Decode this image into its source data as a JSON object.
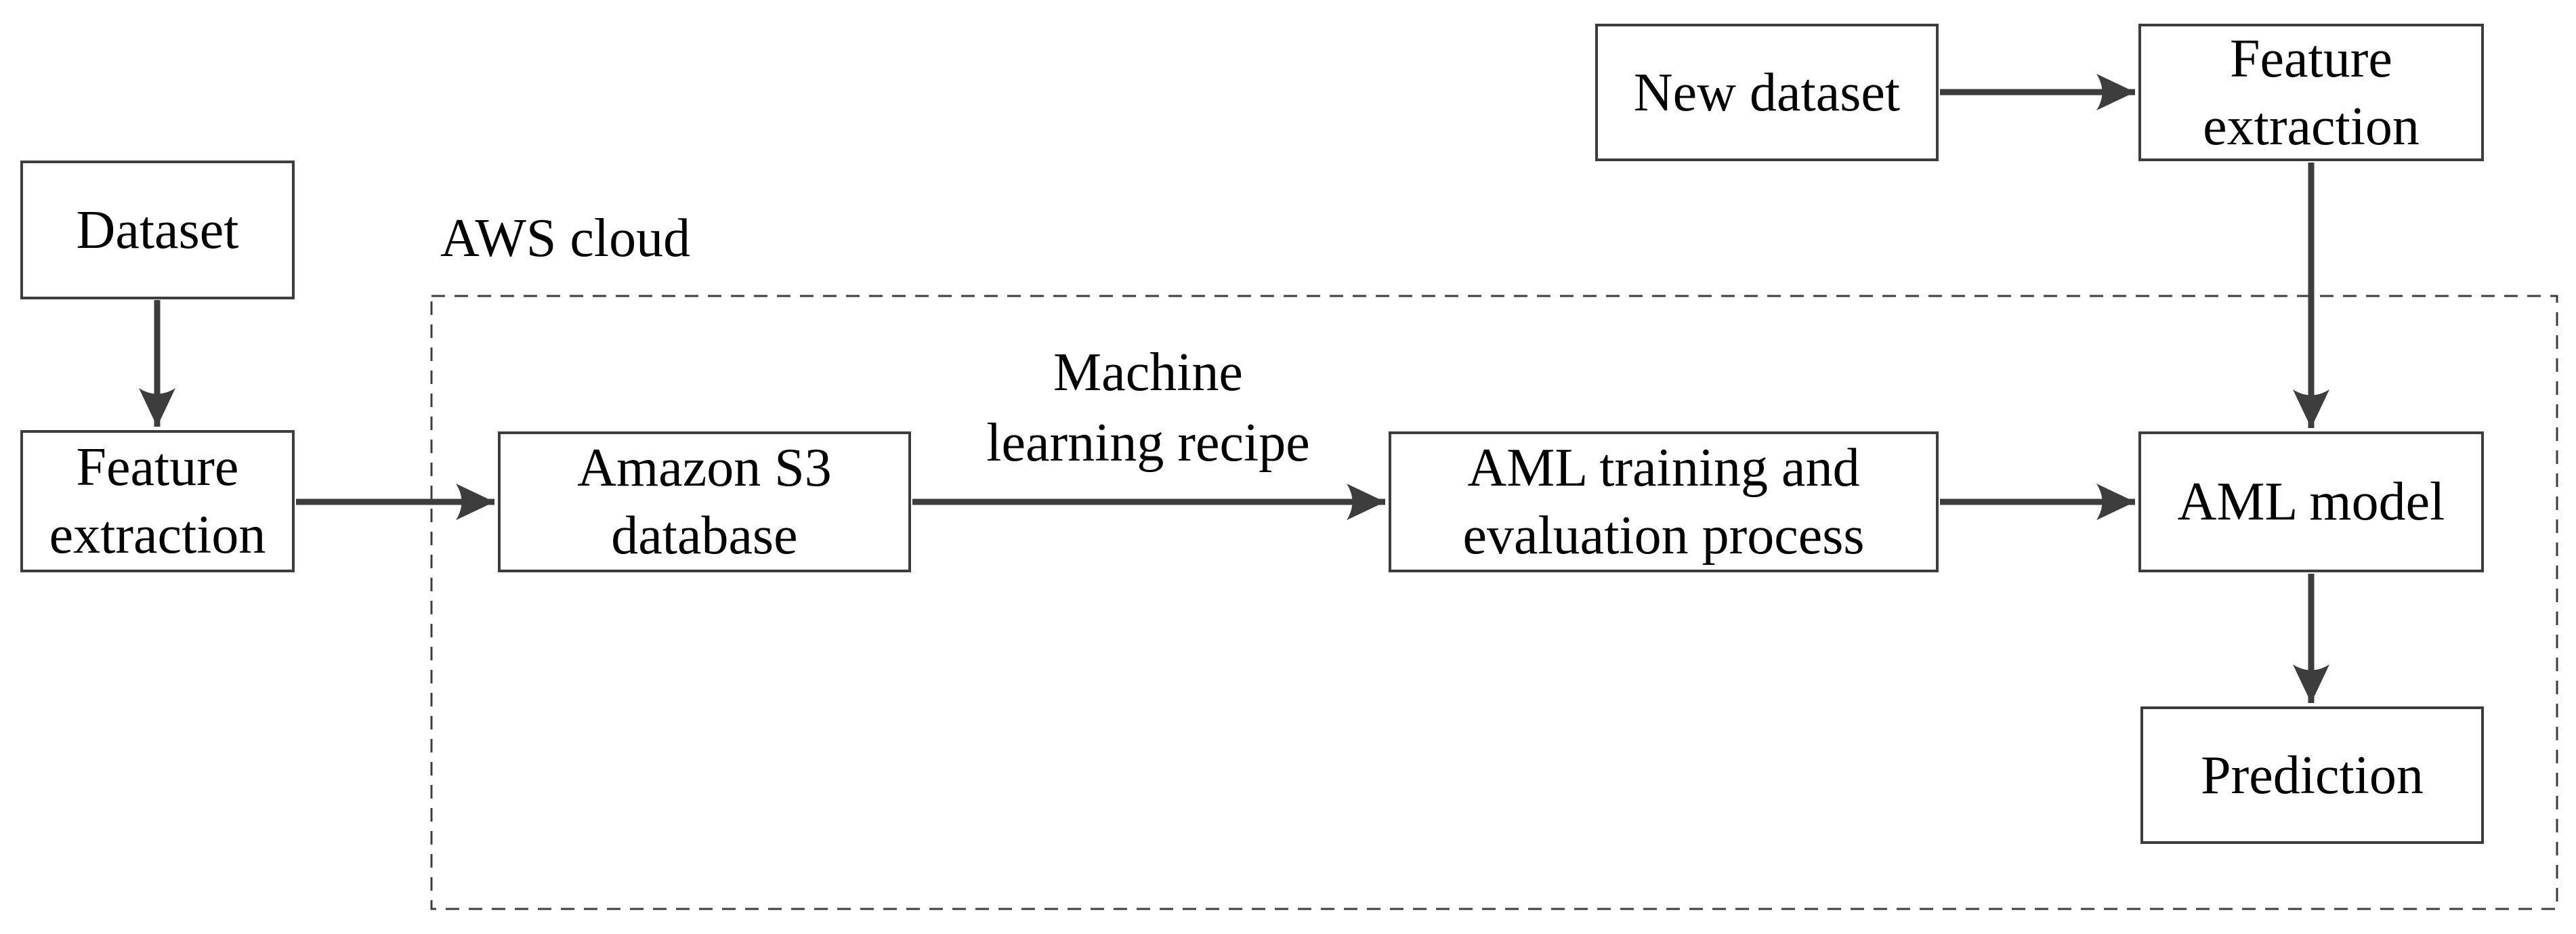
{
  "figure": {
    "background_color": "#ffffff",
    "line_color": "#3d3d3d",
    "text_color": "#000000"
  },
  "labels": {
    "aws_cloud": "AWS cloud",
    "machine_learning_recipe": "Machine learning recipe"
  },
  "nodes": {
    "dataset": "Dataset",
    "feature_extraction_left": "Feature extraction",
    "amazon_s3_database": "Amazon S3 database",
    "aml_training": "AML training and evaluation process",
    "aml_model": "AML model",
    "new_dataset": "New dataset",
    "feature_extraction_top": "Feature extraction",
    "prediction": "Prediction"
  },
  "edges": [
    {
      "from": "dataset",
      "to": "feature_extraction_left"
    },
    {
      "from": "feature_extraction_left",
      "to": "amazon_s3_database"
    },
    {
      "from": "amazon_s3_database",
      "to": "aml_training",
      "label": "Machine learning recipe"
    },
    {
      "from": "aml_training",
      "to": "aml_model"
    },
    {
      "from": "new_dataset",
      "to": "feature_extraction_top"
    },
    {
      "from": "feature_extraction_top",
      "to": "aml_model"
    },
    {
      "from": "aml_model",
      "to": "prediction"
    }
  ]
}
